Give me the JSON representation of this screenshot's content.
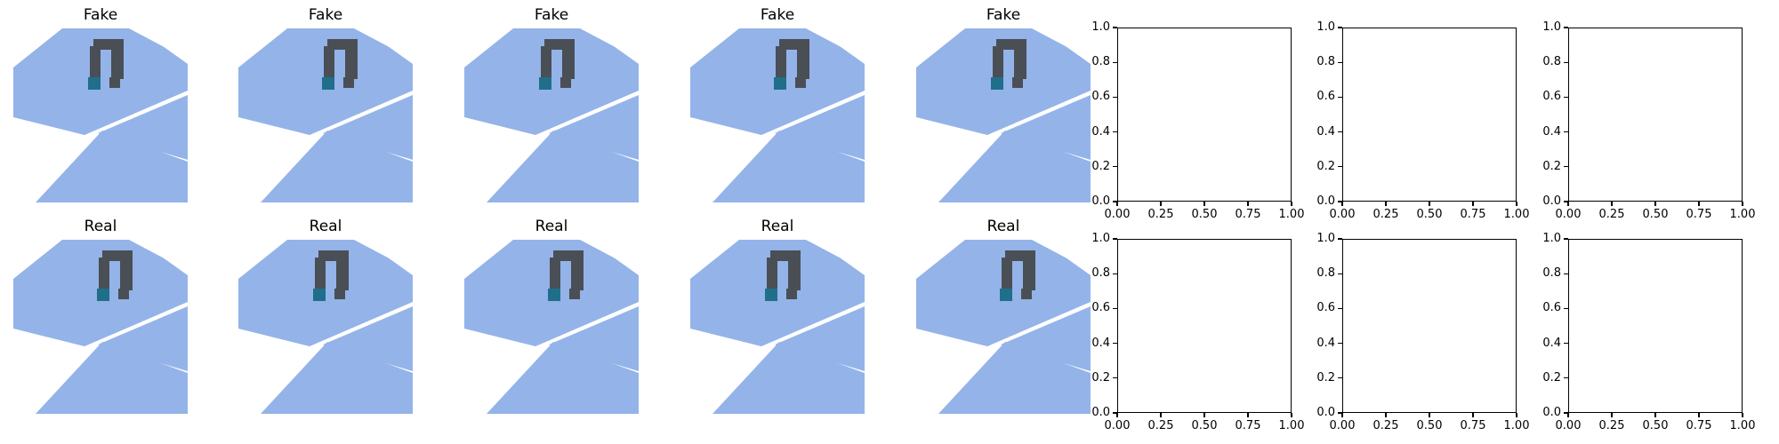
{
  "colors": {
    "tile_blue": "#94b3e9",
    "tile_white": "#ffffff",
    "robot": "#4a4f55",
    "robot_accent": "#1f6f8b"
  },
  "image_panels": [
    {
      "title": "Fake",
      "robot": "robot-arm-icon"
    },
    {
      "title": "Fake",
      "robot": "robot-arm-icon"
    },
    {
      "title": "Fake",
      "robot": "robot-arm-icon"
    },
    {
      "title": "Fake",
      "robot": "robot-arm-icon"
    },
    {
      "title": "Fake",
      "robot": "robot-arm-icon"
    },
    {
      "title": "Real",
      "robot": "robot-arm-icon"
    },
    {
      "title": "Real",
      "robot": "robot-arm-icon"
    },
    {
      "title": "Real",
      "robot": "robot-arm-icon"
    },
    {
      "title": "Real",
      "robot": "robot-arm-icon"
    },
    {
      "title": "Real",
      "robot": "robot-arm-icon"
    }
  ],
  "empty_axes": {
    "count": 6,
    "yticks": [
      "0.0",
      "0.2",
      "0.4",
      "0.6",
      "0.8",
      "1.0"
    ],
    "xticks": [
      "0.00",
      "0.25",
      "0.50",
      "0.75",
      "1.00"
    ],
    "xlim": [
      0,
      1
    ],
    "ylim": [
      0,
      1
    ]
  }
}
